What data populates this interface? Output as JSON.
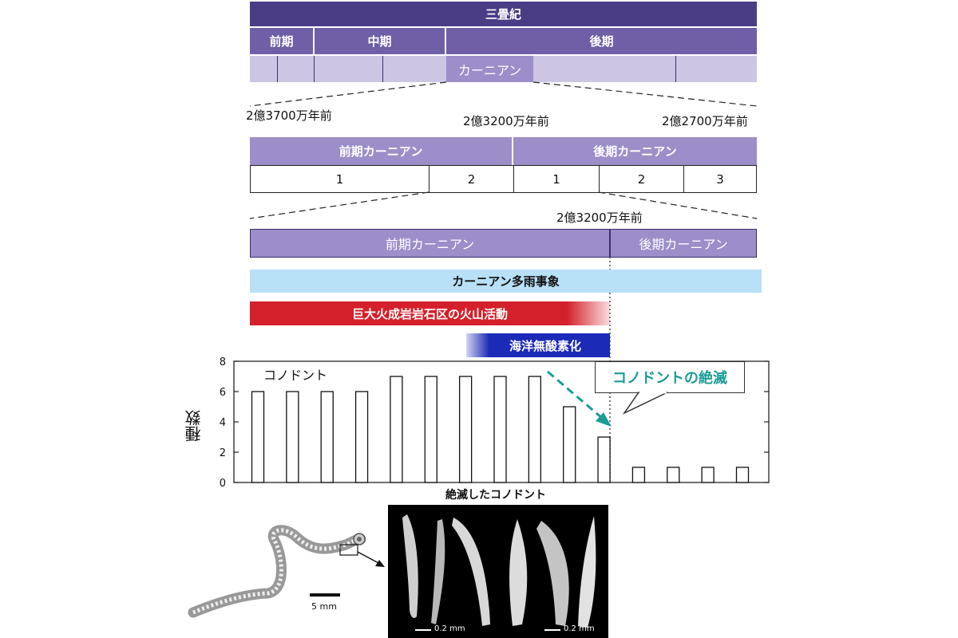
{
  "colors": {
    "dark_purple": "#4a3c85",
    "mid_purple": "#6f5fa6",
    "light_purple": "#9c8ec9",
    "pale_purple": "#cdc5e4",
    "light_blue": "#b8e0f6",
    "red": "#d4202a",
    "blue": "#1c2ab8",
    "teal": "#1a9c96"
  },
  "timeline": {
    "period": "三畳紀",
    "epochs": [
      "前期",
      "中期",
      "後期"
    ],
    "carnian": "カーニアン",
    "ages": {
      "start": "2億3700万年前",
      "mid": "2億3200万年前",
      "end": "2億2700万年前",
      "boundary": "2億3200万年前"
    },
    "substages": {
      "early": "前期カーニアン",
      "late": "後期カーニアン"
    },
    "zones": [
      "1",
      "2",
      "1",
      "2",
      "3"
    ]
  },
  "events": {
    "pluvial": "カーニアン多雨事象",
    "volcanism": "巨大火成岩岩石区の火山活動",
    "anoxia": "海洋無酸素化"
  },
  "chart_data": {
    "type": "bar",
    "series_label": "コノドント",
    "ylabel": "種数",
    "xlabel": "絶滅したコノドント",
    "ylim": [
      0,
      8
    ],
    "yticks": [
      "0",
      "2",
      "4",
      "6",
      "8"
    ],
    "values": [
      6,
      6,
      6,
      6,
      7,
      7,
      7,
      7,
      7,
      5,
      3,
      1,
      1,
      1,
      1
    ],
    "annotation": "コノドントの絶滅"
  },
  "figure": {
    "scale_large": "5 mm",
    "scale_small_left": "0.2 mm",
    "scale_small_right": "0.2 mm"
  }
}
